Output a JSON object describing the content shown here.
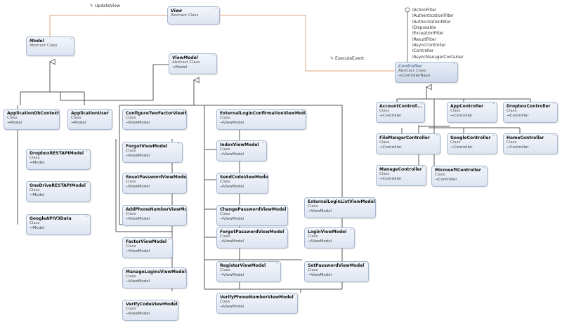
{
  "associations": {
    "update_view": "UpdateView",
    "execute_event": "ExecuteEvent"
  },
  "interfaces": [
    "IActionFilter",
    "IAuthenticationFilter",
    "IAuthorizationFilter",
    "IDisposable",
    "IExceptionFilter",
    "IResultFilter",
    "IAsyncController",
    "IController",
    "IAsyncManagerContainer"
  ],
  "icons": {
    "chevron": "double-chevron-up-icon",
    "association": "wrench-icon",
    "lollipop": "interface-lollipop-icon"
  },
  "colors": {
    "box_border": "#a9b8d0",
    "line": "#555555",
    "association": "#e0a37c"
  },
  "classes": {
    "view": {
      "name": "View",
      "kind": "Abstract Class"
    },
    "model": {
      "name": "Model",
      "kind": "Abstract Class"
    },
    "viewmodel": {
      "name": "ViewModel",
      "kind": "Abstract Class",
      "base": "Model"
    },
    "controller": {
      "name": "Controller",
      "kind": "Abstract Class",
      "base": "ControllerBase"
    },
    "applicationdbcontext": {
      "name": "ApplicationDbContext",
      "kind": "Class",
      "base": "Model"
    },
    "applicationuser": {
      "name": "ApplicationUser",
      "kind": "Class",
      "base": "Model"
    },
    "dropboxrestapimodel": {
      "name": "DropboxRESTAPIModel",
      "kind": "Class",
      "base": "Model"
    },
    "onedriverestapimodel": {
      "name": "OneDriveRESTAPIModel",
      "kind": "Class",
      "base": "Model"
    },
    "googleapiv3data": {
      "name": "GoogleAPIV3Data",
      "kind": "Class",
      "base": "Model"
    },
    "configuretwofactorviewmodel": {
      "name": "ConfigureTwoFactorViewModel",
      "kind": "Class",
      "base": "ViewModel"
    },
    "forgotviewmodel": {
      "name": "ForgotViewModel",
      "kind": "Class",
      "base": "ViewModel"
    },
    "resetpasswordviewmodel": {
      "name": "ResetPasswordViewModel",
      "kind": "Class",
      "base": "ViewModel"
    },
    "addphonenumberviewmodel": {
      "name": "AddPhoneNumberViewModel",
      "kind": "Class",
      "base": "ViewModel"
    },
    "factorviewmodel": {
      "name": "FactorViewModel",
      "kind": "Class",
      "base": "ViewModel"
    },
    "manageloginsviewmodel": {
      "name": "ManageLoginsViewModel",
      "kind": "Class",
      "base": "ViewModel"
    },
    "verifycodeviewmodel": {
      "name": "VerifyCodeViewModel",
      "kind": "Class",
      "base": "ViewModel"
    },
    "externalloginconfirmationviewmodel": {
      "name": "ExternalLoginConfirmationViewModel",
      "kind": "Class",
      "base": "ViewModel"
    },
    "indexviewmodel": {
      "name": "IndexViewModel",
      "kind": "Class",
      "base": "ViewModel"
    },
    "sendcodeviewmodel": {
      "name": "SendCodeViewModel",
      "kind": "Class",
      "base": "ViewModel"
    },
    "changepasswordviewmodel": {
      "name": "ChangePasswordViewModel",
      "kind": "Class",
      "base": "ViewModel"
    },
    "forgotpasswordviewmodel": {
      "name": "ForgotPasswordViewModel",
      "kind": "Class",
      "base": "ViewModel"
    },
    "registerviewmodel": {
      "name": "RegisterViewModel",
      "kind": "Class",
      "base": "ViewModel"
    },
    "verifyphonenumberviewmodel": {
      "name": "VerifyPhoneNumberViewModel",
      "kind": "Class",
      "base": "ViewModel"
    },
    "externalloginlistviewmodel": {
      "name": "ExternalLoginListViewModel",
      "kind": "Class",
      "base": "ViewModel"
    },
    "loginviewmodel": {
      "name": "LoginViewModel",
      "kind": "Class",
      "base": "ViewModel"
    },
    "setpasswordviewmodel": {
      "name": "SetPasswordViewModel",
      "kind": "Class",
      "base": "ViewModel"
    },
    "accountcontroller": {
      "name": "AccountControll...",
      "kind": "Class",
      "base": "Controller"
    },
    "appcontroller": {
      "name": "AppController",
      "kind": "Class",
      "base": "Controller"
    },
    "dropboxcontroller": {
      "name": "DropboxController",
      "kind": "Class",
      "base": "Controller"
    },
    "filemangercontroller": {
      "name": "FileMangerController",
      "kind": "Class",
      "base": "Controller"
    },
    "googlecontroller": {
      "name": "GoogleController",
      "kind": "Class",
      "base": "Controller"
    },
    "homecontroller": {
      "name": "HomeController",
      "kind": "Class",
      "base": "Controller"
    },
    "managecontroller": {
      "name": "ManageController",
      "kind": "Class",
      "base": "Controller"
    },
    "microsoftcontroller": {
      "name": "MicrosoftController",
      "kind": "Class",
      "base": "Controller"
    }
  }
}
